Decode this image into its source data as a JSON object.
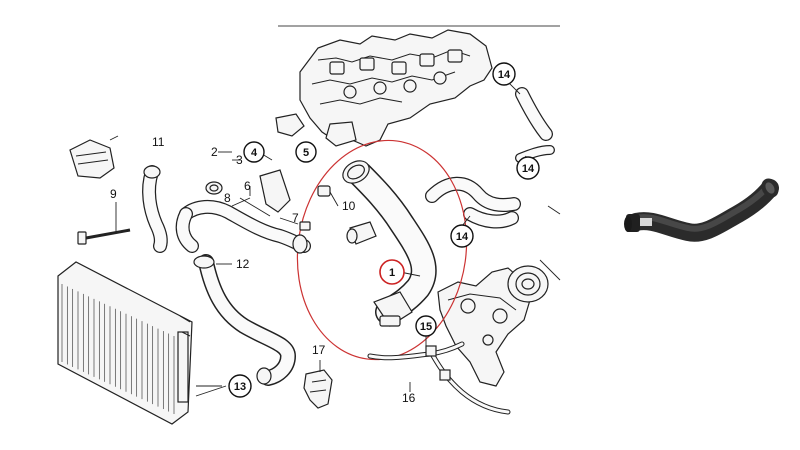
{
  "diagram": {
    "callouts": {
      "p1": "1",
      "p2": "2",
      "p3": "3",
      "p4": "4",
      "p5": "5",
      "p6": "6",
      "p7": "7",
      "p8": "8",
      "p9": "9",
      "p10": "10",
      "p11": "11",
      "p12": "12",
      "p13": "13",
      "p14a": "14",
      "p14b": "14",
      "p14c": "14",
      "p15": "15",
      "p16": "16",
      "p17": "17"
    },
    "colors": {
      "highlight": "#cc3333",
      "line": "#222222",
      "photo_hose": "#2b2b2b"
    }
  }
}
